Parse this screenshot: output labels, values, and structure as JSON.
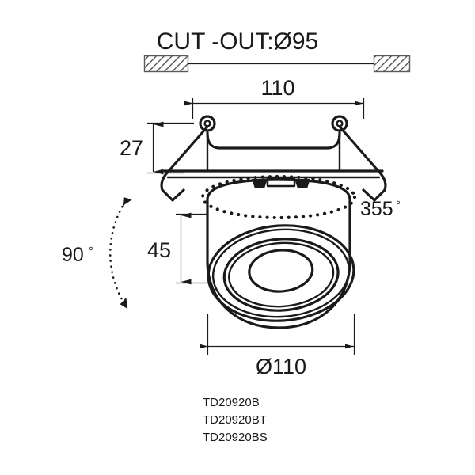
{
  "drawing": {
    "title": "CUT -OUT:Ø95",
    "dimensions": {
      "width_top": "110",
      "height_bracket": "27",
      "height_body": "45",
      "diameter_bottom": "Ø110"
    },
    "angles": {
      "tilt": "90",
      "tilt_unit": "°",
      "rotation": "355",
      "rotation_unit": "°"
    },
    "models": [
      "TD20920B",
      "TD20920BT",
      "TD20920BS"
    ],
    "colors": {
      "line": "#1a1a1a",
      "hatch_stroke": "#5a5a5a",
      "background": "#ffffff"
    }
  }
}
